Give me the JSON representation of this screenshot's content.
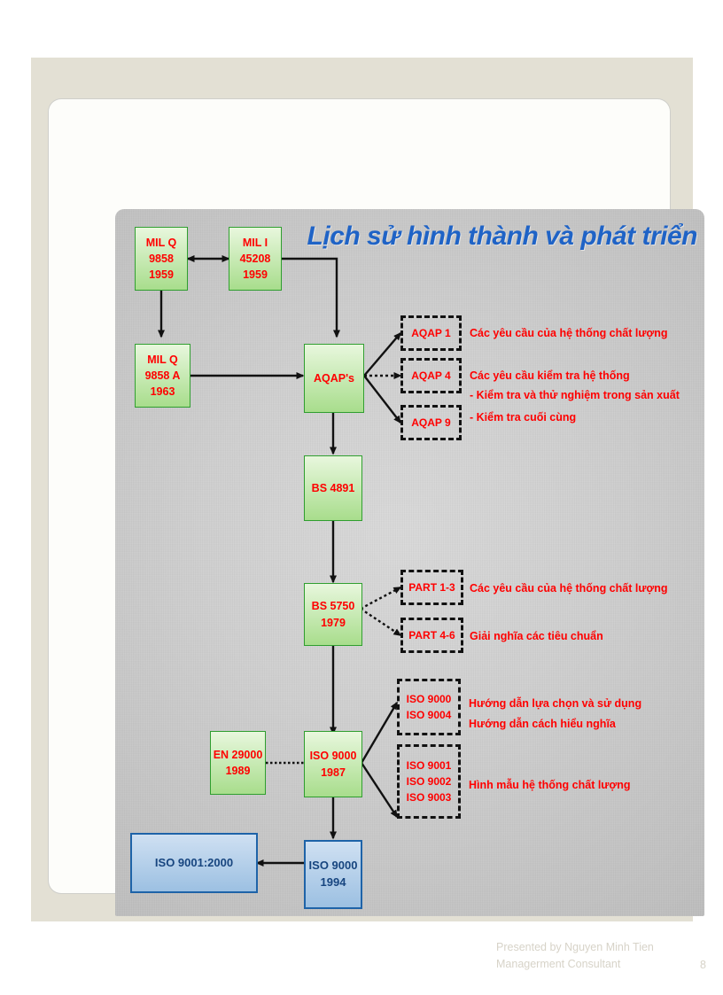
{
  "slide": {
    "title": "Lịch sử hình thành và phát triển",
    "page_number": "8",
    "footer_line1": "Presented by Nguyen Minh Tien",
    "footer_line2": "Managerment Consultant",
    "title_color": "#1f63c6",
    "node_green_text_color": "#ff0000",
    "node_blue_text_color": "#17457f",
    "annotation_color": "#ff0000"
  },
  "nodes": {
    "mil_q_9858": {
      "line1": "MIL Q",
      "line2": "9858",
      "line3": "1959"
    },
    "mil_i_45208": {
      "line1": "MIL I",
      "line2": "45208",
      "line3": "1959"
    },
    "mil_q_9858a": {
      "line1": "MIL Q",
      "line2": "9858 A",
      "line3": "1963"
    },
    "aqaps": {
      "line1": "AQAP's"
    },
    "bs4891": {
      "line1": "BS 4891"
    },
    "bs5750": {
      "line1": "BS 5750",
      "line2": "1979"
    },
    "en29000": {
      "line1": "EN 29000",
      "line2": "1989"
    },
    "iso9000_1987": {
      "line1": "ISO 9000",
      "line2": "1987"
    },
    "iso9000_1994": {
      "line1": "ISO 9000",
      "line2": "1994"
    },
    "iso9001_2000": {
      "line1": "ISO 9001:2000"
    }
  },
  "dashboxes": {
    "aqap1": {
      "line1": "AQAP 1"
    },
    "aqap4": {
      "line1": "AQAP 4"
    },
    "aqap9": {
      "line1": "AQAP 9"
    },
    "part13": {
      "line1": "PART 1-3"
    },
    "part46": {
      "line1": "PART 4-6"
    },
    "iso_guide": {
      "line1": "ISO 9000",
      "line2": "ISO 9004"
    },
    "iso_models": {
      "line1": "ISO 9001",
      "line2": "ISO 9002",
      "line3": "ISO 9003"
    }
  },
  "annotations": {
    "aqap1_note": "Các yêu cầu của hệ thống chất lượng",
    "aqap4_note_l1": "Các yêu cầu kiểm tra hệ thống",
    "aqap4_note_l2": "- Kiểm tra và thử nghiệm trong sản xuất",
    "aqap9_note": "- Kiểm tra cuối cùng",
    "part13_note": "Các yêu cầu của hệ thống chất lượng",
    "part46_note": "Giải nghĩa các tiêu chuẩn",
    "iso9000_note": "Hướng dẫn lựa chọn và sử dụng",
    "iso9004_note": "Hướng dẫn cách hiểu nghĩa",
    "iso_models_note": "Hình mẫu hệ thống chất lượng"
  }
}
